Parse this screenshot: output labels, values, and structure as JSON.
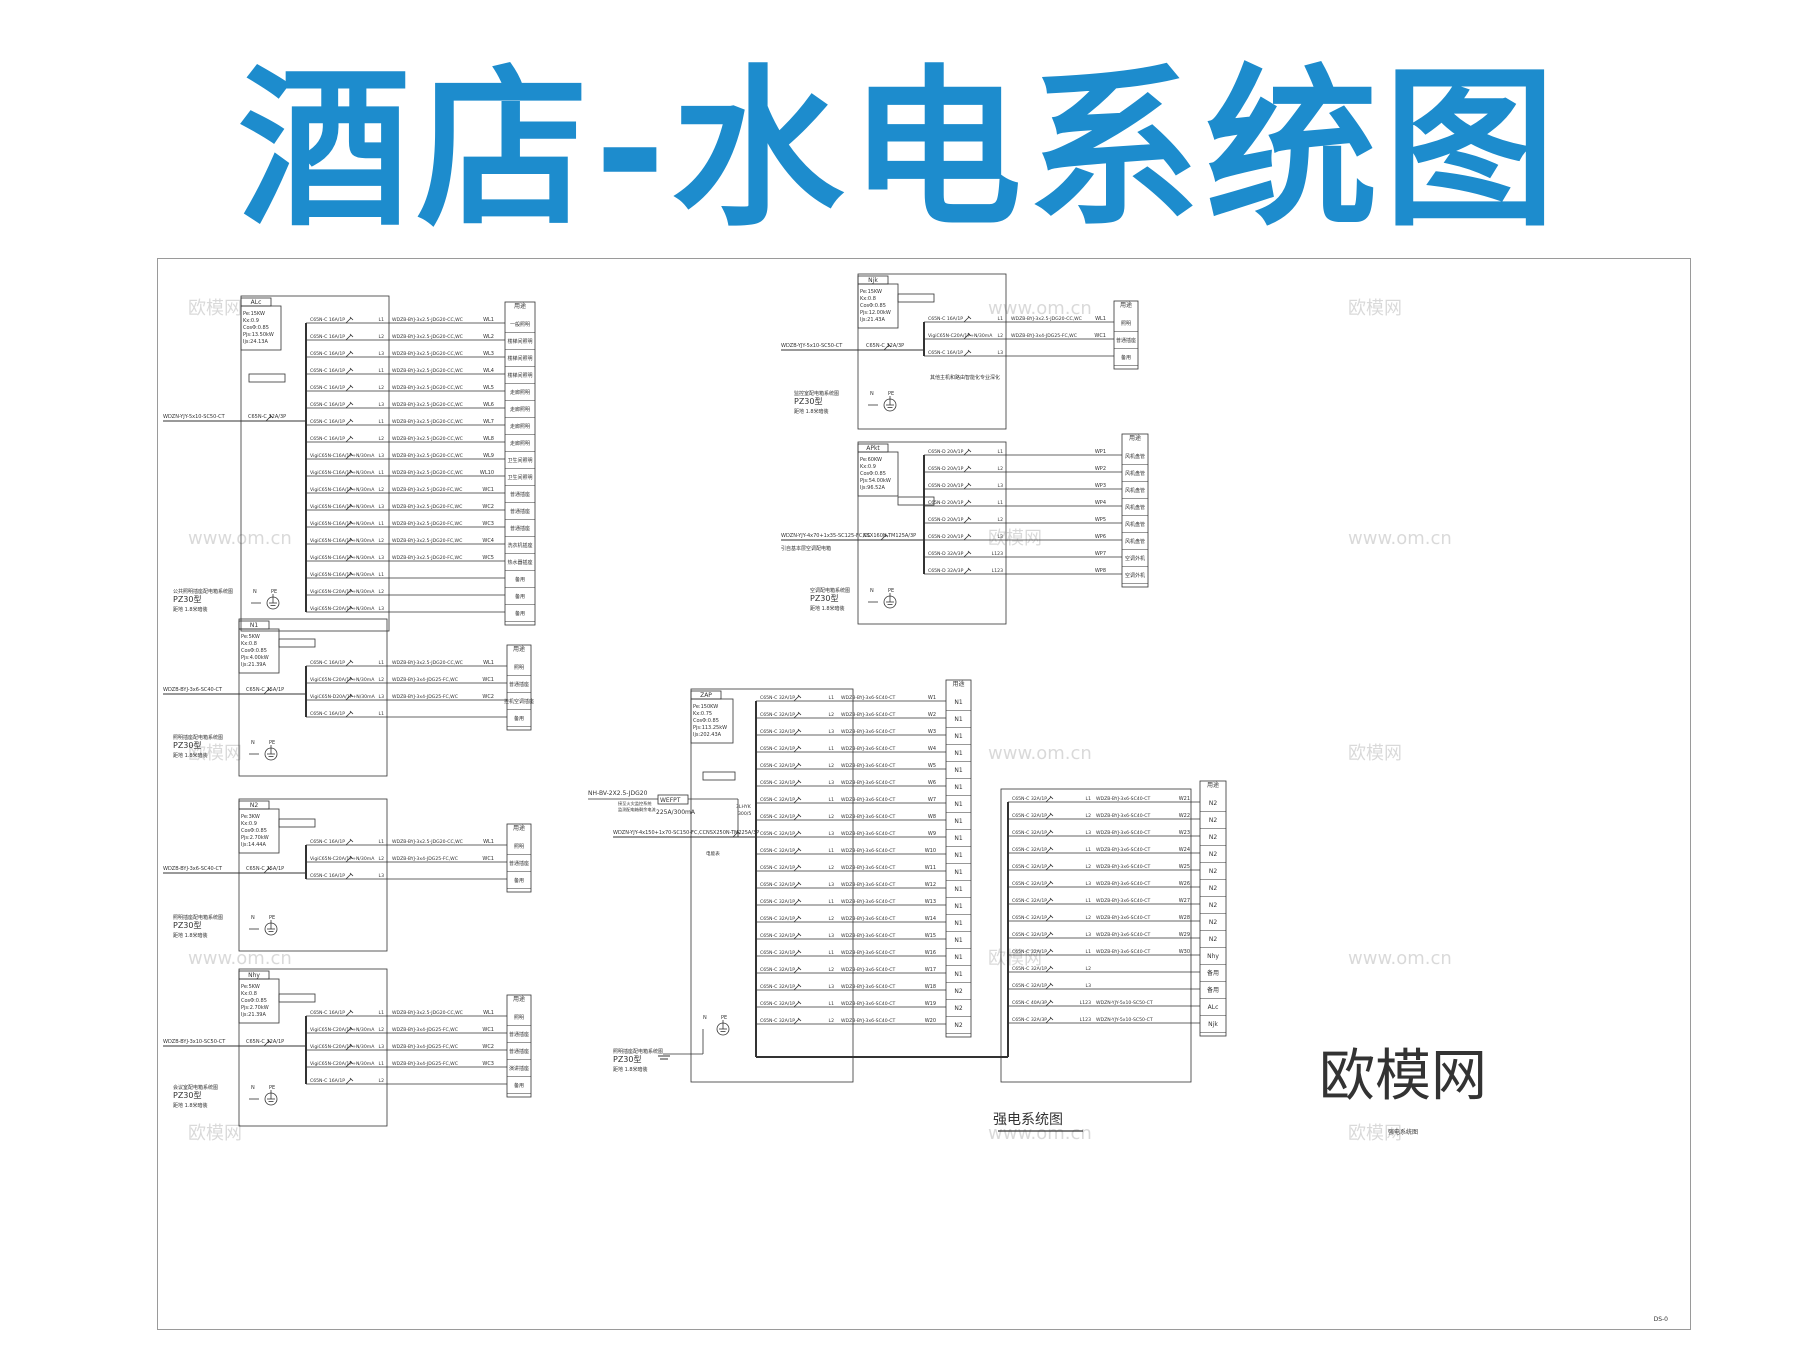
{
  "banner": {
    "title": "酒店-水电系统图"
  },
  "watermark": {
    "logo": "欧模网",
    "url": "www.om.cn"
  },
  "brand_logo": "欧模网",
  "sheet": {
    "name": "强电系统图",
    "number": "DS-0",
    "caption": "强电系统图"
  },
  "panels": [
    {
      "id": "ALc",
      "params": [
        "Pe:15KW",
        "Kx:0.9",
        "CosΦ:0.85",
        "Pjs:13.50kW",
        "Ijs:24.13A"
      ],
      "feeder": "WDZN-YJY-5x10-SC50-CT",
      "main_breaker": "C65N-C 32A/3P",
      "caption": [
        "公共照明插座配电箱系统图",
        "PZ30型",
        "距地 1.8米暗装"
      ],
      "circuits": [
        {
          "breaker": "C65N-C 16A/1P",
          "phase": "L1",
          "cable": "WDZB-BYJ-3x2.5-JDG20-CC,WC",
          "no": "WL1",
          "use": "一般照明"
        },
        {
          "breaker": "C65N-C 16A/1P",
          "phase": "L2",
          "cable": "WDZB-BYJ-3x2.5-JDG20-CC,WC",
          "no": "WL2",
          "use": "楼梯间照明"
        },
        {
          "breaker": "C65N-C 16A/1P",
          "phase": "L3",
          "cable": "WDZB-BYJ-3x2.5-JDG20-CC,WC",
          "no": "WL3",
          "use": "楼梯间照明"
        },
        {
          "breaker": "C65N-C 16A/1P",
          "phase": "L1",
          "cable": "WDZB-BYJ-3x2.5-JDG20-CC,WC",
          "no": "WL4",
          "use": "楼梯间照明"
        },
        {
          "breaker": "C65N-C 16A/1P",
          "phase": "L2",
          "cable": "WDZB-BYJ-3x2.5-JDG20-CC,WC",
          "no": "WL5",
          "use": "走廊照明"
        },
        {
          "breaker": "C65N-C 16A/1P",
          "phase": "L3",
          "cable": "WDZB-BYJ-3x2.5-JDG20-CC,WC",
          "no": "WL6",
          "use": "走廊照明"
        },
        {
          "breaker": "C65N-C 16A/1P",
          "phase": "L1",
          "cable": "WDZB-BYJ-3x2.5-JDG20-CC,WC",
          "no": "WL7",
          "use": "走廊照明"
        },
        {
          "breaker": "C65N-C 16A/1P",
          "phase": "L2",
          "cable": "WDZB-BYJ-3x2.5-JDG20-CC,WC",
          "no": "WL8",
          "use": "走廊照明"
        },
        {
          "breaker": "VigiC65N-C16A/1P+N/30mA",
          "phase": "L3",
          "cable": "WDZB-BYJ-3x2.5-JDG20-CC,WC",
          "no": "WL9",
          "use": "卫生间照明"
        },
        {
          "breaker": "VigiC65N-C16A/1P+N/30mA",
          "phase": "L1",
          "cable": "WDZB-BYJ-3x2.5-JDG20-CC,WC",
          "no": "WL10",
          "use": "卫生间照明"
        },
        {
          "breaker": "VigiC65N-C16A/1P+N/30mA",
          "phase": "L2",
          "cable": "WDZB-BYJ-3x2.5-JDG20-FC,WC",
          "no": "WC1",
          "use": "普通插座"
        },
        {
          "breaker": "VigiC65N-C16A/1P+N/30mA",
          "phase": "L3",
          "cable": "WDZB-BYJ-3x2.5-JDG20-FC,WC",
          "no": "WC2",
          "use": "普通插座"
        },
        {
          "breaker": "VigiC65N-C16A/1P+N/30mA",
          "phase": "L1",
          "cable": "WDZB-BYJ-3x2.5-JDG20-FC,WC",
          "no": "WC3",
          "use": "普通插座"
        },
        {
          "breaker": "VigiC65N-C16A/1P+N/30mA",
          "phase": "L2",
          "cable": "WDZB-BYJ-3x2.5-JDG20-FC,WC",
          "no": "WC4",
          "use": "洗衣机插座"
        },
        {
          "breaker": "VigiC65N-C16A/1P+N/30mA",
          "phase": "L3",
          "cable": "WDZB-BYJ-3x2.5-JDG20-FC,WC",
          "no": "WC5",
          "use": "热水器插座"
        },
        {
          "breaker": "VigiC65N-C16A/1P+N/30mA",
          "phase": "L1",
          "cable": "",
          "no": "",
          "use": "备用"
        },
        {
          "breaker": "VigiC65N-C20A/1P+N/30mA",
          "phase": "L2",
          "cable": "",
          "no": "",
          "use": "备用"
        },
        {
          "breaker": "VigiC65N-C20A/1P+N/30mA",
          "phase": "L3",
          "cable": "",
          "no": "",
          "use": "备用"
        }
      ]
    },
    {
      "id": "N1",
      "params": [
        "Pe:5KW",
        "Kx:0.8",
        "CosΦ:0.85",
        "Pjs:4.00kW",
        "Ijs:21.39A"
      ],
      "feeder": "WDZB-BYJ-3x6-SC40-CT",
      "main_breaker": "C65N-C 25A/1P",
      "caption": [
        "照明插座配电箱系统图",
        "PZ30型",
        "距地 1.8米暗装"
      ],
      "circuits": [
        {
          "breaker": "C65N-C 16A/1P",
          "phase": "L1",
          "cable": "WDZB-BYJ-3x2.5-JDG20-CC,WC",
          "no": "WL1",
          "use": "照明"
        },
        {
          "breaker": "VigiC65N-C20A/1P+N/30mA",
          "phase": "L2",
          "cable": "WDZB-BYJ-3x4-JDG25-FC,WC",
          "no": "WC1",
          "use": "普通插座"
        },
        {
          "breaker": "VigiC65N-D20A/1P+N/30mA",
          "phase": "L3",
          "cable": "WDZB-BYJ-3x4-JDG25-FC,WC",
          "no": "WC2",
          "use": "挂机空调插座"
        },
        {
          "breaker": "C65N-C 16A/1P",
          "phase": "L1",
          "cable": "",
          "no": "",
          "use": "备用"
        }
      ]
    },
    {
      "id": "N2",
      "params": [
        "Pe:3KW",
        "Kx:0.9",
        "CosΦ:0.85",
        "Pjs:2.70kW",
        "Ijs:14.44A"
      ],
      "feeder": "WDZB-BYJ-3x6-SC40-CT",
      "main_breaker": "C65N-C 25A/1P",
      "caption": [
        "照明插座配电箱系统图",
        "PZ30型",
        "距地 1.8米暗装"
      ],
      "circuits": [
        {
          "breaker": "C65N-C 16A/1P",
          "phase": "L1",
          "cable": "WDZB-BYJ-3x2.5-JDG20-CC,WC",
          "no": "WL1",
          "use": "照明"
        },
        {
          "breaker": "VigiC65N-C20A/1P+N/30mA",
          "phase": "L2",
          "cable": "WDZB-BYJ-3x4-JDG25-FC,WC",
          "no": "WC1",
          "use": "普通插座"
        },
        {
          "breaker": "C65N-C 16A/1P",
          "phase": "L3",
          "cable": "",
          "no": "",
          "use": "备用"
        }
      ]
    },
    {
      "id": "Nhy",
      "params": [
        "Pe:5KW",
        "Kx:0.8",
        "CosΦ:0.85",
        "Pjs:2.70kW",
        "Ijs:21.39A"
      ],
      "feeder": "WDZB-BYJ-3x10-SC50-CT",
      "main_breaker": "C65N-C 32A/1P",
      "caption": [
        "会议室配电箱系统图",
        "PZ30型",
        "距地 1.8米暗装"
      ],
      "circuits": [
        {
          "breaker": "C65N-C 16A/1P",
          "phase": "L1",
          "cable": "WDZB-BYJ-3x2.5-JDG20-CC,WC",
          "no": "WL1",
          "use": "照明"
        },
        {
          "breaker": "VigiC65N-C20A/1P+N/30mA",
          "phase": "L2",
          "cable": "WDZB-BYJ-3x4-JDG25-FC,WC",
          "no": "WC1",
          "use": "普通插座"
        },
        {
          "breaker": "VigiC65N-C20A/1P+N/30mA",
          "phase": "L3",
          "cable": "WDZB-BYJ-3x4-JDG25-FC,WC",
          "no": "WC2",
          "use": "普通插座"
        },
        {
          "breaker": "VigiC65N-C20A/1P+N/30mA",
          "phase": "L1",
          "cable": "WDZB-BYJ-3x4-JDG25-FC,WC",
          "no": "WC3",
          "use": "演讲插座"
        },
        {
          "breaker": "C65N-C 16A/1P",
          "phase": "L2",
          "cable": "",
          "no": "",
          "use": "备用"
        }
      ]
    },
    {
      "id": "Njk",
      "params": [
        "Pe:15KW",
        "Kx:0.8",
        "CosΦ:0.85",
        "Pjs:12.00kW",
        "Ijs:21.43A"
      ],
      "feeder": "WDZB-YJY-5x10-SC50-CT",
      "main_breaker": "C65N-C 32A/3P",
      "caption": [
        "监控室配电箱系统图",
        "PZ30型",
        "距地 1.8米暗装"
      ],
      "note": "其他主机和路由智能化专业深化",
      "circuits": [
        {
          "breaker": "C65N-C 16A/1P",
          "phase": "L1",
          "cable": "WDZB-BYJ-3x2.5-JDG20-CC,WC",
          "no": "WL1",
          "use": "照明"
        },
        {
          "breaker": "VigiC65N-C20A/1P+N/30mA",
          "phase": "L2",
          "cable": "WDZB-BYJ-3x4-JDG25-FC,WC",
          "no": "WC1",
          "use": "普通插座"
        },
        {
          "breaker": "C65N-C 16A/1P",
          "phase": "L3",
          "cable": "",
          "no": "",
          "use": "备用"
        }
      ]
    },
    {
      "id": "APkt",
      "params": [
        "Pe:60KW",
        "Kx:0.9",
        "CosΦ:0.85",
        "Pjs:54.00kW",
        "Ijs:96.52A"
      ],
      "feeder": "WDZN-YJY-4x70+1x35-SC125-FC,CC",
      "source": "引自基本层空调配电箱",
      "main_breaker": "NSX160N-TM125A/3P",
      "caption": [
        "空调配电箱系统图",
        "PZ30型",
        "距地 1.8米暗装"
      ],
      "circuits": [
        {
          "breaker": "C65N-D 20A/1P",
          "phase": "L1",
          "no": "WP1",
          "use": "风机盘管"
        },
        {
          "breaker": "C65N-D 20A/1P",
          "phase": "L2",
          "no": "WP2",
          "use": "风机盘管"
        },
        {
          "breaker": "C65N-D 20A/1P",
          "phase": "L3",
          "no": "WP3",
          "use": "风机盘管"
        },
        {
          "breaker": "C65N-D 20A/1P",
          "phase": "L1",
          "no": "WP4",
          "use": "风机盘管"
        },
        {
          "breaker": "C65N-D 20A/1P",
          "phase": "L2",
          "no": "WP5",
          "use": "风机盘管"
        },
        {
          "breaker": "C65N-D 20A/1P",
          "phase": "L3",
          "no": "WP6",
          "use": "风机盘管"
        },
        {
          "breaker": "C65N-D 32A/3P",
          "phase": "L123",
          "no": "WP7",
          "use": "空调外机"
        },
        {
          "breaker": "C65N-D 32A/3P",
          "phase": "L123",
          "no": "WP8",
          "use": "空调外机"
        }
      ]
    },
    {
      "id": "ZAP",
      "params": [
        "Pe:150KW",
        "Kx:0.75",
        "CosΦ:0.85",
        "Pjs:113.25kW",
        "Ijs:202.43A"
      ],
      "feeder": "WDZN-YJY-4x150+1x70-SC150-FC,CC",
      "main_breaker": "NSX250N-TM225A/3P",
      "surge": "WEFPT",
      "surge_rating": "225A/300mA",
      "fire_cable": "NH-BV-2X2.5-JDG20",
      "fire_note": [
        "接至火灾监控系统",
        "监测配电箱剩余电流"
      ],
      "spd": [
        "3LHYK",
        "300/5"
      ],
      "meter_label": "电能表",
      "caption": [
        "照明插座配电箱系统图",
        "PZ30型",
        "距地 1.8米暗装"
      ],
      "branch_breaker": "C65N-C 32A/1P",
      "branch_cable": "WDZB-BYJ-3x6-SC40-CT",
      "circuits_a": [
        {
          "phase": "L1",
          "no": "W1",
          "use": "N1"
        },
        {
          "phase": "L2",
          "no": "W2",
          "use": "N1"
        },
        {
          "phase": "L3",
          "no": "W3",
          "use": "N1"
        },
        {
          "phase": "L1",
          "no": "W4",
          "use": "N1"
        },
        {
          "phase": "L2",
          "no": "W5",
          "use": "N1"
        },
        {
          "phase": "L3",
          "no": "W6",
          "use": "N1"
        },
        {
          "phase": "L1",
          "no": "W7",
          "use": "N1"
        },
        {
          "phase": "L2",
          "no": "W8",
          "use": "N1"
        },
        {
          "phase": "L3",
          "no": "W9",
          "use": "N1"
        },
        {
          "phase": "L1",
          "no": "W10",
          "use": "N1"
        },
        {
          "phase": "L2",
          "no": "W11",
          "use": "N1"
        },
        {
          "phase": "L3",
          "no": "W12",
          "use": "N1"
        },
        {
          "phase": "L1",
          "no": "W13",
          "use": "N1"
        },
        {
          "phase": "L2",
          "no": "W14",
          "use": "N1"
        },
        {
          "phase": "L3",
          "no": "W15",
          "use": "N1"
        },
        {
          "phase": "L1",
          "no": "W16",
          "use": "N1"
        },
        {
          "phase": "L2",
          "no": "W17",
          "use": "N1"
        },
        {
          "phase": "L3",
          "no": "W18",
          "use": "N2"
        },
        {
          "phase": "L1",
          "no": "W19",
          "use": "N2"
        },
        {
          "phase": "L2",
          "no": "W20",
          "use": "N2"
        }
      ],
      "circuits_b": [
        {
          "breaker": "C65N-C 32A/1P",
          "phase": "L1",
          "cable": "WDZB-BYJ-3x6-SC40-CT",
          "no": "W21",
          "use": "N2"
        },
        {
          "breaker": "C65N-C 32A/1P",
          "phase": "L2",
          "cable": "WDZB-BYJ-3x6-SC40-CT",
          "no": "W22",
          "use": "N2"
        },
        {
          "breaker": "C65N-C 32A/1P",
          "phase": "L3",
          "cable": "WDZB-BYJ-3x6-SC40-CT",
          "no": "W23",
          "use": "N2"
        },
        {
          "breaker": "C65N-C 32A/1P",
          "phase": "L1",
          "cable": "WDZB-BYJ-3x6-SC40-CT",
          "no": "W24",
          "use": "N2"
        },
        {
          "breaker": "C65N-C 32A/1P",
          "phase": "L2",
          "cable": "WDZB-BYJ-3x6-SC40-CT",
          "no": "W25",
          "use": "N2"
        },
        {
          "breaker": "C65N-C 32A/1P",
          "phase": "L3",
          "cable": "WDZB-BYJ-3x6-SC40-CT",
          "no": "W26",
          "use": "N2"
        },
        {
          "breaker": "C65N-C 32A/1P",
          "phase": "L1",
          "cable": "WDZB-BYJ-3x6-SC40-CT",
          "no": "W27",
          "use": "N2"
        },
        {
          "breaker": "C65N-C 32A/1P",
          "phase": "L2",
          "cable": "WDZB-BYJ-3x6-SC40-CT",
          "no": "W28",
          "use": "N2"
        },
        {
          "breaker": "C65N-C 32A/1P",
          "phase": "L3",
          "cable": "WDZB-BYJ-3x6-SC40-CT",
          "no": "W29",
          "use": "N2"
        },
        {
          "breaker": "C65N-C 32A/1P",
          "phase": "L1",
          "cable": "WDZB-BYJ-3x6-SC40-CT",
          "no": "W30",
          "use": "Nhy"
        },
        {
          "breaker": "C65N-C 32A/1P",
          "phase": "L2",
          "cable": "",
          "no": "",
          "use": "备用"
        },
        {
          "breaker": "C65N-C 32A/1P",
          "phase": "L3",
          "cable": "",
          "no": "",
          "use": "备用"
        },
        {
          "breaker": "C65N-C 40A/3P",
          "phase": "L123",
          "cable": "WDZN-YJY-5x10-SC50-CT",
          "no": "",
          "use": "ALc"
        },
        {
          "breaker": "C65N-C 32A/3P",
          "phase": "L123",
          "cable": "WDZN-YJY-5x10-SC50-CT",
          "no": "",
          "use": "Njk"
        }
      ]
    }
  ],
  "common": {
    "use_header": "用途",
    "n_label": "N",
    "pe_label": "PE"
  },
  "colors": {
    "banner": "#1d8ccd",
    "line": "#333333"
  }
}
